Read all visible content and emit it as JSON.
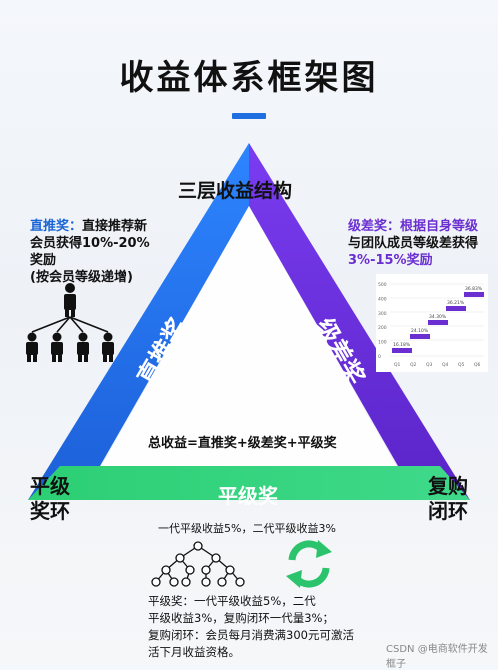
{
  "title": "收益体系框架图",
  "structure_title": "三层收益结构",
  "direct": {
    "side_label": "直推奖",
    "desc_head": "直推奖：",
    "desc_body": "直接推荐新会员获得10%-20%奖励",
    "desc_note": "(按会员等级递增)"
  },
  "level_diff": {
    "side_label": "级差奖",
    "desc_head": "级差奖：根据自身等级",
    "desc_body": "与团队成员等级差获得",
    "desc_highlight": "3%-15%奖励",
    "chart": {
      "y_ticks": [
        "500",
        "400",
        "300",
        "200",
        "100",
        "0"
      ],
      "x_ticks": [
        "Q1",
        "Q2",
        "Q3",
        "Q4",
        "Q5",
        "Q6"
      ],
      "bar_labels": [
        "16.18%",
        "24.10%",
        "34.30%",
        "36.21%",
        "36.83%"
      ]
    }
  },
  "flat": {
    "base_label": "平级奖",
    "left_corner": [
      "平级",
      "奖环"
    ],
    "right_corner": [
      "复购",
      "闭环"
    ],
    "gen_line": "一代平级收益5%，二代平级收益3%",
    "bottom_lines": [
      "平级奖：一代平级收益5%，二代",
      "平级收益3%，复购闭环一代量3%；",
      "复购闭环：会员每月消费满300元可激活",
      "活下月收益资格。"
    ]
  },
  "total": "总收益=直推奖+级差奖+平级奖",
  "watermark": "CSDN @电商软件开发 框子",
  "colors": {
    "blue": "#1f6fe0",
    "purple": "#6b2fd1",
    "green": "#2fcf7a",
    "accent": "#1f6fe0"
  }
}
